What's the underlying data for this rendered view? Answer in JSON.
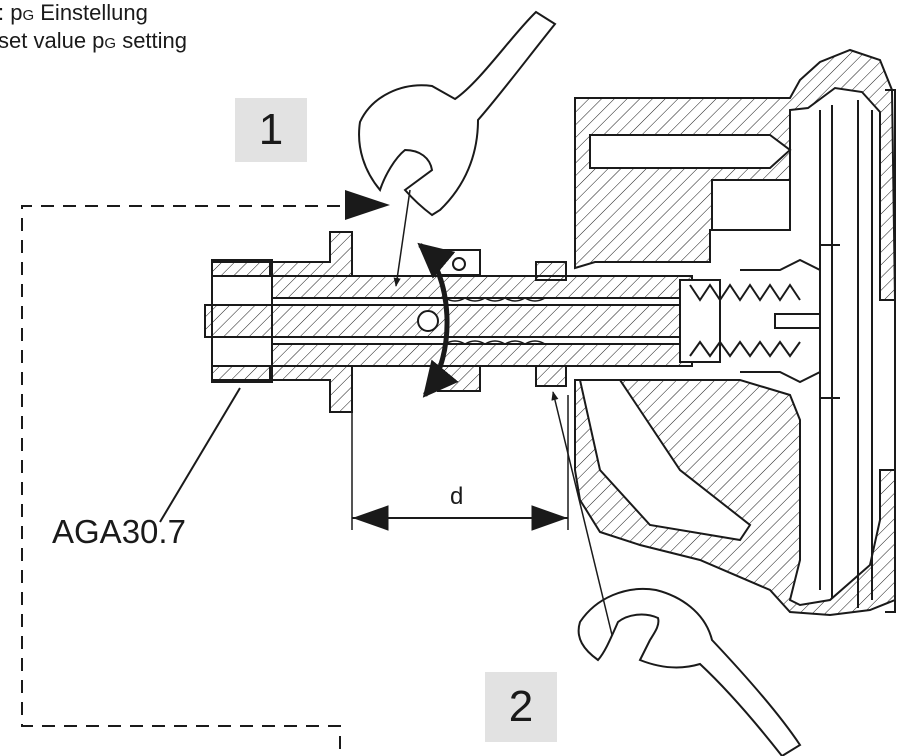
{
  "header": {
    "line1_prefix": ": p",
    "line1_sub": "G",
    "line1_suffix": " Einstellung",
    "line2_prefix": "set value p",
    "line2_sub": "G",
    "line2_suffix": " setting"
  },
  "steps": {
    "one": "1",
    "two": "2"
  },
  "labels": {
    "model": "AGA30.7",
    "dimension": "d"
  },
  "colors": {
    "line": "#1a1a1a",
    "step_box": "#e2e2e2",
    "background": "#ffffff"
  },
  "icons": {
    "wrench": "open-end-wrench",
    "rotate": "double-arrow-rotate"
  }
}
